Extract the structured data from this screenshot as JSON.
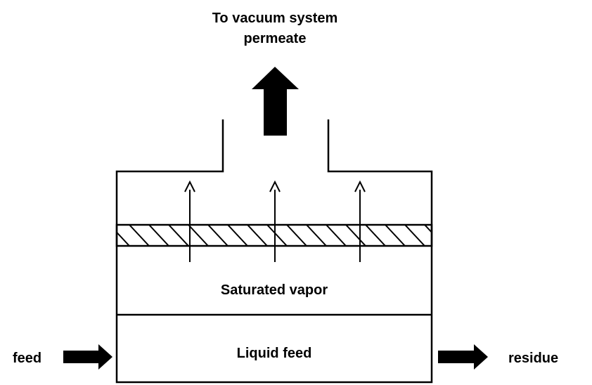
{
  "top_label": {
    "line1": "To vacuum system",
    "line2": "permeate"
  },
  "regions": {
    "vapor": "Saturated vapor",
    "liquid": "Liquid feed"
  },
  "streams": {
    "inlet": "feed",
    "outlet": "residue"
  },
  "colors": {
    "line": "#000000",
    "background": "#ffffff"
  }
}
